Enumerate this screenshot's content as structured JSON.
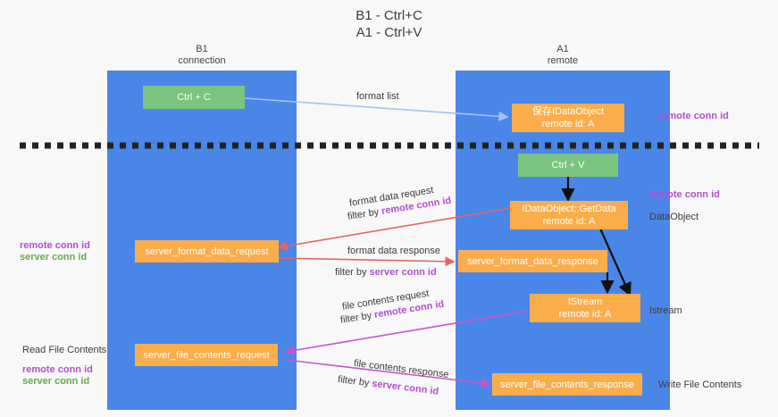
{
  "title": {
    "line1": "B1 - Ctrl+C",
    "line2": "A1 - Ctrl+V"
  },
  "columns": [
    {
      "name": "B1",
      "sub": "connection"
    },
    {
      "name": "A1",
      "sub": "remote"
    }
  ],
  "colors": {
    "lane": "#4a86e8",
    "green_box": "#7bc47f",
    "orange_box": "#fbad4b",
    "purple_text": "#b14fd0",
    "green_text": "#6aa84f",
    "arrow_blue": "#a4c2f4",
    "arrow_red": "#e06666",
    "arrow_magenta": "#c457c8",
    "arrow_black": "#000000",
    "background": "#f8f8f8"
  },
  "boxes": {
    "ctrl_c": {
      "line1": "Ctrl + C",
      "line2": ""
    },
    "save_idataobject": {
      "line1": "保存IDataObject",
      "line2": "remote id: A"
    },
    "ctrl_v": {
      "line1": "Ctrl + V",
      "line2": ""
    },
    "getdata": {
      "line1": "IDataObject::GetData",
      "line2": "remote id: A"
    },
    "server_format_data_request": {
      "line1": "server_format_data_request",
      "line2": ""
    },
    "server_format_data_response": {
      "line1": "server_format_data_response",
      "line2": ""
    },
    "istream": {
      "line1": "IStream",
      "line2": "remote id: A"
    },
    "server_file_contents_request": {
      "line1": "server_file_contents_request",
      "line2": ""
    },
    "server_file_contents_response": {
      "line1": "server_file_contents_response",
      "line2": ""
    }
  },
  "edge_labels": {
    "format_list": "format list",
    "format_data_request": "format data request",
    "format_data_request_filter_prefix": "filter by ",
    "format_data_request_filter_key": "remote conn id",
    "format_data_response": "format data response",
    "format_data_response_filter_prefix": "filter by ",
    "format_data_response_filter_key": "server conn id",
    "file_contents_request": "file contents request",
    "file_contents_request_filter_prefix": "filter by ",
    "file_contents_request_filter_key": "remote conn id",
    "file_contents_response": "file contents response",
    "file_contents_response_filter_prefix": "filter by ",
    "file_contents_response_filter_key": "server conn id"
  },
  "side_labels": {
    "right_remote_conn_id_top": "remote conn id",
    "right_remote_conn_id_mid": "remote conn id",
    "right_dataobject": "DataObject",
    "right_istream": "Istream",
    "right_write_file_contents": "Write File Contents",
    "left_remote_conn_id": "remote conn id",
    "left_server_conn_id": "server conn id",
    "left_read_file_contents": "Read File Contents",
    "left_remote_conn_id_2": "remote conn id",
    "left_server_conn_id_2": "server conn id"
  }
}
